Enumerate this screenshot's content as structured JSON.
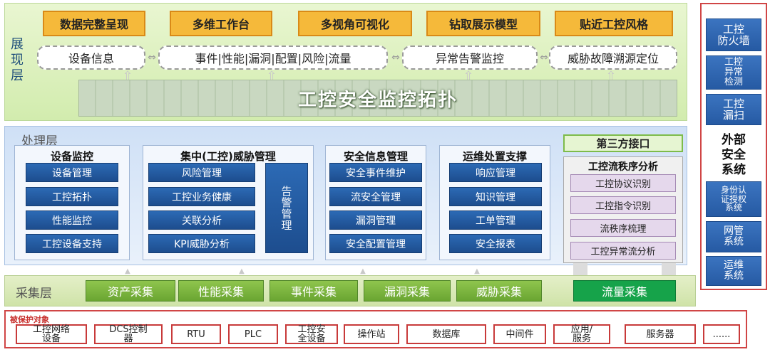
{
  "presentation": {
    "label": "展现层",
    "label_chars": [
      "展",
      "现",
      "层"
    ],
    "tags": [
      "数据完整呈现",
      "多维工作台",
      "多视角可视化",
      "钻取展示模型",
      "贴近工控风格"
    ],
    "items": [
      "设备信息",
      "事件|性能|漏洞|配置|风险|流量",
      "异常告警监控",
      "威胁故障溯源定位"
    ],
    "topology_title": "工控安全监控拓扑"
  },
  "processing": {
    "label": "处理层",
    "device_monitor": {
      "title": "设备监控",
      "items": [
        "设备管理",
        "工控拓扑",
        "性能监控",
        "工控设备支持"
      ]
    },
    "threat_mgmt": {
      "title": "集中(工控)威胁管理",
      "items": [
        "风险管理",
        "工控业务健康",
        "关联分析",
        "KPI威胁分析"
      ],
      "alarm": "告警管理"
    },
    "security_info": {
      "title": "安全信息管理",
      "items": [
        "安全事件维护",
        "流安全管理",
        "漏洞管理",
        "安全配置管理"
      ]
    },
    "ops": {
      "title": "运维处置支撑",
      "items": [
        "响应管理",
        "知识管理",
        "工单管理",
        "安全报表"
      ]
    },
    "third_party": "第三方接口",
    "flow_analysis": {
      "title": "工控流秩序分析",
      "items": [
        "工控协议识别",
        "工控指令识别",
        "流秩序梳理",
        "工控异常流分析"
      ]
    }
  },
  "collection": {
    "label": "采集层",
    "items": [
      "资产采集",
      "性能采集",
      "事件采集",
      "漏洞采集",
      "威胁采集"
    ],
    "flow": "流量采集"
  },
  "external": {
    "title_lines": [
      "外部",
      "安全",
      "系统"
    ],
    "items": [
      [
        "工控",
        "防火墙"
      ],
      [
        "工控",
        "异常",
        "检测"
      ],
      [
        "工控",
        "漏扫"
      ],
      [
        "身份认",
        "证授权",
        "系统"
      ],
      [
        "网管",
        "系统"
      ],
      [
        "运维",
        "系统"
      ]
    ]
  },
  "protected": {
    "title": "被保护对象",
    "items": [
      [
        "工控网络",
        "设备"
      ],
      [
        "DCS控制",
        "器"
      ],
      [
        "RTU"
      ],
      [
        "PLC"
      ],
      [
        "工控安",
        "全设备"
      ],
      [
        "操作站"
      ],
      [
        "数据库"
      ],
      [
        "中间件"
      ],
      [
        "应用/",
        "服务"
      ],
      [
        "服务器"
      ],
      [
        "......"
      ]
    ]
  }
}
